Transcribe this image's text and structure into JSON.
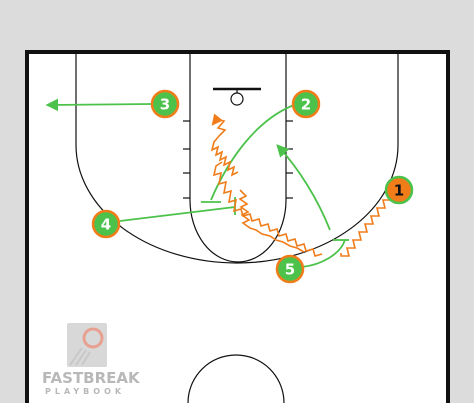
{
  "diagram": {
    "players": [
      {
        "id": "p1",
        "label": "1",
        "role": "ball-handler",
        "color": "#f07d1a"
      },
      {
        "id": "p2",
        "label": "2",
        "role": "offense",
        "color": "#4cc24a"
      },
      {
        "id": "p3",
        "label": "3",
        "role": "offense",
        "color": "#4cc24a"
      },
      {
        "id": "p4",
        "label": "4",
        "role": "offense",
        "color": "#4cc24a"
      },
      {
        "id": "p5",
        "label": "5",
        "role": "offense",
        "color": "#4cc24a"
      }
    ],
    "actions": [
      {
        "type": "cut",
        "from": "3",
        "to": "left wing",
        "color": "#4cc24a"
      },
      {
        "type": "cut",
        "from": "2",
        "to": "lane",
        "color": "#4cc24a"
      },
      {
        "type": "screen",
        "from": "4",
        "to": "lane",
        "color": "#4cc24a"
      },
      {
        "type": "screen",
        "from": "5",
        "to": "top",
        "color": "#4cc24a"
      },
      {
        "type": "cut",
        "from": "5",
        "to": "right elbow",
        "color": "#4cc24a"
      },
      {
        "type": "dribble",
        "from": "1",
        "to": "basket",
        "color": "#f07d1a"
      }
    ]
  },
  "logo": {
    "line1": "FASTBREAK",
    "line2": "PLAYBOOK"
  },
  "colors": {
    "offense_green": "#4cc24a",
    "ball_orange": "#f07d1a",
    "court_line": "#111111",
    "border_gray": "#dcdcdc",
    "logo_gray": "#b8b8b8"
  }
}
